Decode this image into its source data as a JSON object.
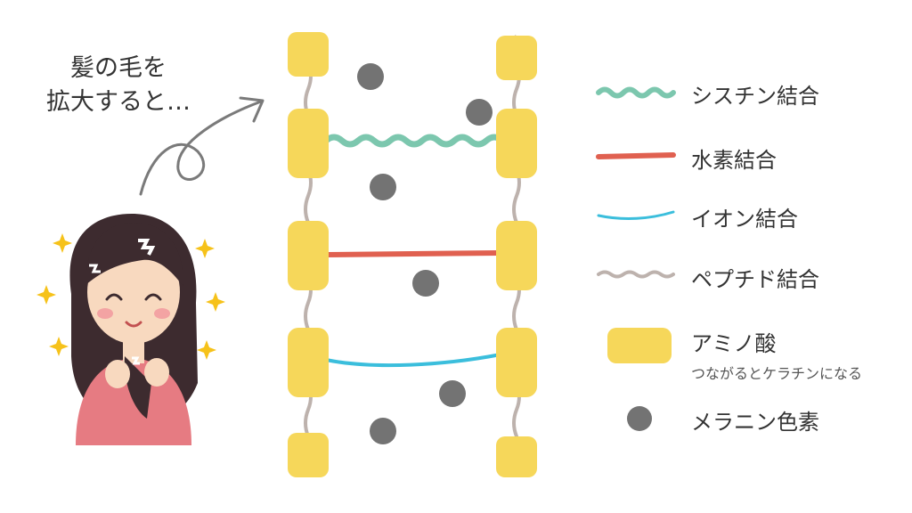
{
  "caption": {
    "line1": "髪の毛を",
    "line2": "拡大すると…"
  },
  "legend": {
    "cystine": "シスチン結合",
    "hydrogen": "水素結合",
    "ionic": "イオン結合",
    "peptide": "ペプチド結合",
    "amino": "アミノ酸",
    "amino_sub": "つながるとケラチンになる",
    "melanin": "メラニン色素"
  },
  "colors": {
    "amino": "#f6d75a",
    "cystine": "#7cc7ae",
    "hydrogen": "#e06050",
    "ionic": "#3bbedc",
    "peptide": "#bdb2ad",
    "melanin": "#737373",
    "arrow": "#7a7a7a"
  },
  "icons": [
    "sparkle-icon",
    "arrow-icon"
  ]
}
